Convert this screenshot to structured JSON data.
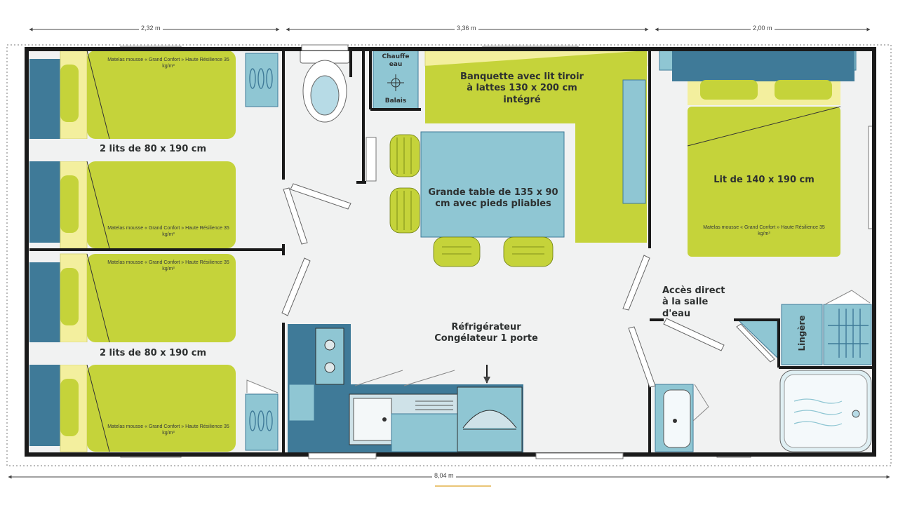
{
  "dimensions": {
    "left_width": "2,32 m",
    "middle_width": "3,36 m",
    "right_width": "2,00 m",
    "total_length": "8,04 m"
  },
  "rooms": {
    "twin_bedroom_top": {
      "beds_label": "2 lits de 80 x 190 cm",
      "mattress_top": "Matelas mousse « Grand Confort » Haute Résilience 35 kg/m³",
      "mattress_bottom": "Matelas mousse « Grand Confort » Haute Résilience 35 kg/m³"
    },
    "twin_bedroom_bottom": {
      "beds_label": "2 lits de 80 x 190 cm",
      "mattress_top": "Matelas mousse « Grand Confort » Haute Résilience 35 kg/m³",
      "mattress_bottom": "Matelas mousse « Grand Confort » Haute Résilience 35 kg/m³"
    },
    "living": {
      "water_heater": "Chauffe eau",
      "broom": "Balais",
      "bench": "Banquette avec lit tiroir à lattes 130 x 200 cm intégré",
      "table": "Grande table de 135 x 90 cm avec pieds pliables",
      "fridge": "Réfrigérateur Congélateur 1 porte"
    },
    "master_bedroom": {
      "bed_label": "Lit de 140 x 190 cm",
      "mattress": "Matelas mousse « Grand Confort » Haute Résilience 35 kg/m³",
      "access": "Accès direct à la salle d'eau",
      "linen": "Lingère"
    }
  },
  "colors": {
    "bed": "#c5d33a",
    "bed_frame": "#f3ef9e",
    "blue_dark": "#3f7a98",
    "blue_light": "#8fc6d3",
    "floor": "#f1f2f2",
    "wall": "#1a1a1a"
  }
}
